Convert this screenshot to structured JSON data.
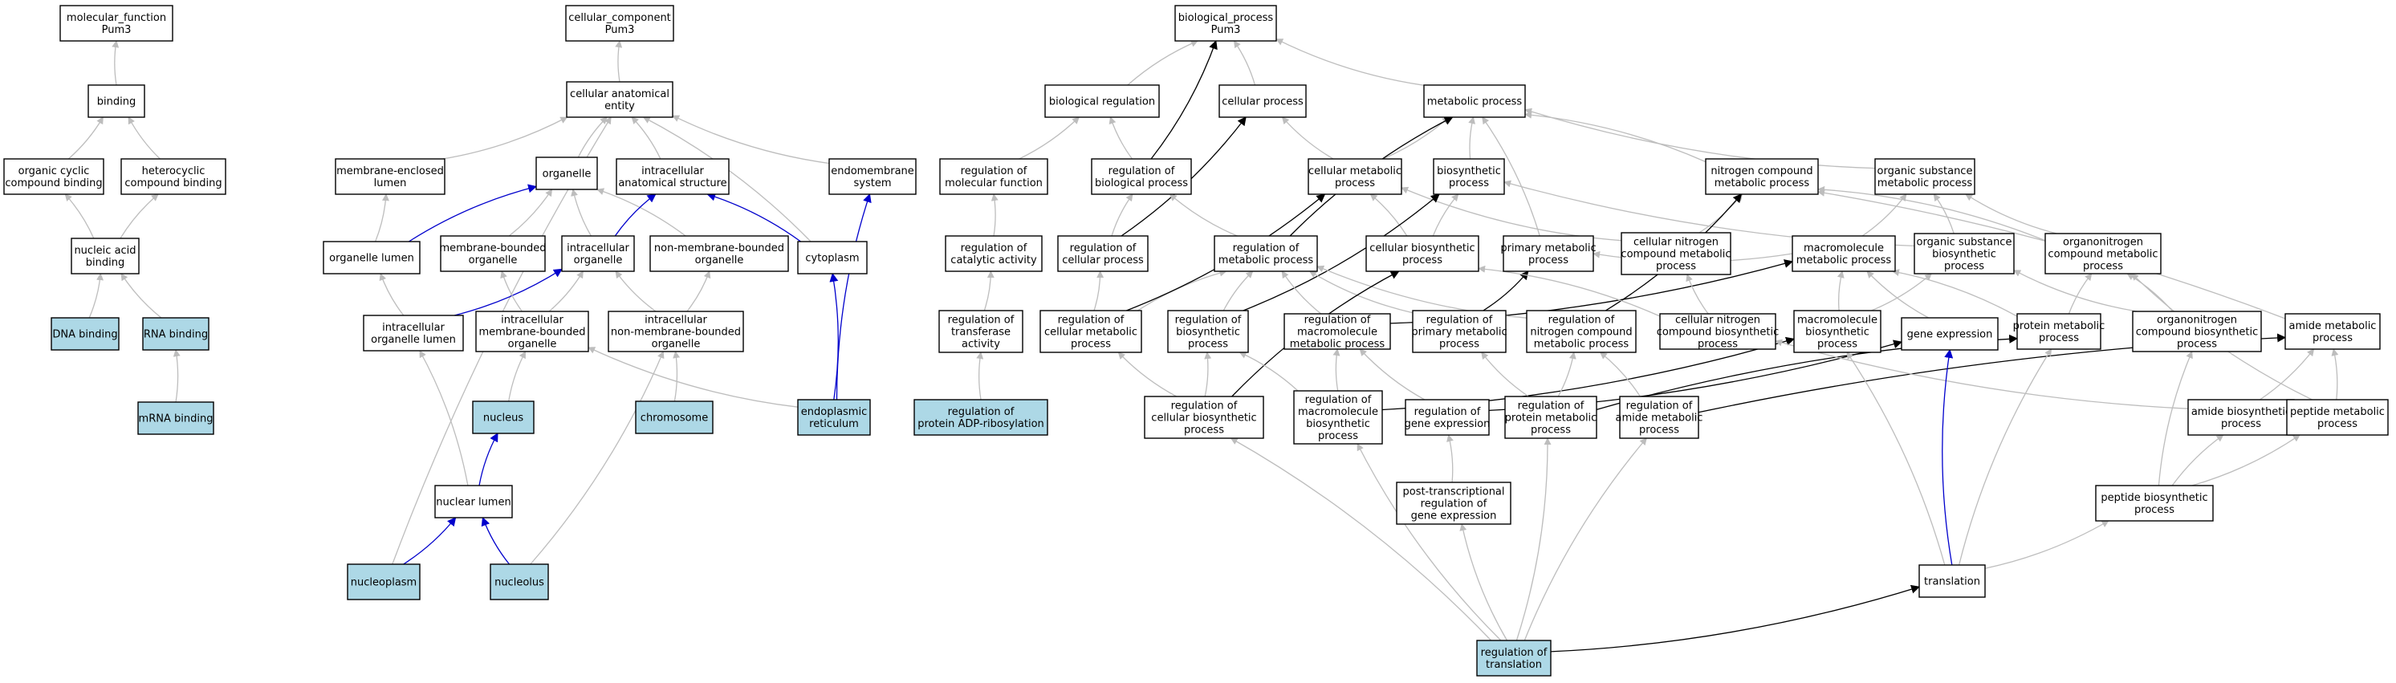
{
  "colors": {
    "node_fill": "#ffffff",
    "highlight_fill": "#add8e6",
    "edge_gray": "#bdbdbd",
    "edge_black": "#000000",
    "edge_blue": "#0000cc"
  },
  "nodes": [
    {
      "id": "mf",
      "lines": [
        "molecular_function",
        "Pum3"
      ],
      "hl": false
    },
    {
      "id": "binding",
      "lines": [
        "binding"
      ],
      "hl": false
    },
    {
      "id": "org_cyc",
      "lines": [
        "organic cyclic",
        "compound binding"
      ],
      "hl": false
    },
    {
      "id": "het_cyc",
      "lines": [
        "heterocyclic",
        "compound binding"
      ],
      "hl": false
    },
    {
      "id": "nuc_bind",
      "lines": [
        "nucleic acid",
        "binding"
      ],
      "hl": false
    },
    {
      "id": "dna",
      "lines": [
        "DNA binding"
      ],
      "hl": true
    },
    {
      "id": "rna",
      "lines": [
        "RNA binding"
      ],
      "hl": true
    },
    {
      "id": "mrna",
      "lines": [
        "mRNA binding"
      ],
      "hl": true
    },
    {
      "id": "cc",
      "lines": [
        "cellular_component",
        "Pum3"
      ],
      "hl": false
    },
    {
      "id": "cae",
      "lines": [
        "cellular anatomical",
        "entity"
      ],
      "hl": false
    },
    {
      "id": "mel",
      "lines": [
        "membrane-enclosed",
        "lumen"
      ],
      "hl": false
    },
    {
      "id": "organelle",
      "lines": [
        "organelle"
      ],
      "hl": false
    },
    {
      "id": "ias",
      "lines": [
        "intracellular",
        "anatomical structure"
      ],
      "hl": false
    },
    {
      "id": "endo",
      "lines": [
        "endomembrane",
        "system"
      ],
      "hl": false
    },
    {
      "id": "org_lumen",
      "lines": [
        "organelle lumen"
      ],
      "hl": false
    },
    {
      "id": "mbo",
      "lines": [
        "membrane-bounded",
        "organelle"
      ],
      "hl": false
    },
    {
      "id": "intra_org",
      "lines": [
        "intracellular",
        "organelle"
      ],
      "hl": false
    },
    {
      "id": "nmbo",
      "lines": [
        "non-membrane-bounded",
        "organelle"
      ],
      "hl": false
    },
    {
      "id": "cytoplasm",
      "lines": [
        "cytoplasm"
      ],
      "hl": false
    },
    {
      "id": "iol",
      "lines": [
        "intracellular",
        "organelle lumen"
      ],
      "hl": false
    },
    {
      "id": "imbo",
      "lines": [
        "intracellular",
        "membrane-bounded",
        "organelle"
      ],
      "hl": false
    },
    {
      "id": "inmbo",
      "lines": [
        "intracellular",
        "non-membrane-bounded",
        "organelle"
      ],
      "hl": false
    },
    {
      "id": "nucleus",
      "lines": [
        "nucleus"
      ],
      "hl": true
    },
    {
      "id": "chromosome",
      "lines": [
        "chromosome"
      ],
      "hl": true
    },
    {
      "id": "er",
      "lines": [
        "endoplasmic",
        "reticulum"
      ],
      "hl": true
    },
    {
      "id": "nuc_lumen",
      "lines": [
        "nuclear lumen"
      ],
      "hl": false
    },
    {
      "id": "nucleoplasm",
      "lines": [
        "nucleoplasm"
      ],
      "hl": true
    },
    {
      "id": "nucleolus",
      "lines": [
        "nucleolus"
      ],
      "hl": true
    },
    {
      "id": "bp",
      "lines": [
        "biological_process",
        "Pum3"
      ],
      "hl": false
    },
    {
      "id": "bio_reg",
      "lines": [
        "biological regulation"
      ],
      "hl": false
    },
    {
      "id": "cell_proc",
      "lines": [
        "cellular process"
      ],
      "hl": false
    },
    {
      "id": "met_proc",
      "lines": [
        "metabolic process"
      ],
      "hl": false
    },
    {
      "id": "reg_mf",
      "lines": [
        "regulation of",
        "molecular function"
      ],
      "hl": false
    },
    {
      "id": "reg_bp",
      "lines": [
        "regulation of",
        "biological process"
      ],
      "hl": false
    },
    {
      "id": "cmp",
      "lines": [
        "cellular metabolic",
        "process"
      ],
      "hl": false
    },
    {
      "id": "biosyn",
      "lines": [
        "biosynthetic",
        "process"
      ],
      "hl": false
    },
    {
      "id": "ncmp",
      "lines": [
        "nitrogen compound",
        "metabolic process"
      ],
      "hl": false
    },
    {
      "id": "osmp",
      "lines": [
        "organic substance",
        "metabolic process"
      ],
      "hl": false
    },
    {
      "id": "reg_cat",
      "lines": [
        "regulation of",
        "catalytic activity"
      ],
      "hl": false
    },
    {
      "id": "reg_cp",
      "lines": [
        "regulation of",
        "cellular process"
      ],
      "hl": false
    },
    {
      "id": "reg_mp",
      "lines": [
        "regulation of",
        "metabolic process"
      ],
      "hl": false
    },
    {
      "id": "cbp",
      "lines": [
        "cellular biosynthetic",
        "process"
      ],
      "hl": false
    },
    {
      "id": "pmp",
      "lines": [
        "primary metabolic",
        "process"
      ],
      "hl": false
    },
    {
      "id": "cncmp",
      "lines": [
        "cellular nitrogen",
        "compound metabolic",
        "process"
      ],
      "hl": false
    },
    {
      "id": "mmp",
      "lines": [
        "macromolecule",
        "metabolic process"
      ],
      "hl": false
    },
    {
      "id": "osbp",
      "lines": [
        "organic substance",
        "biosynthetic",
        "process"
      ],
      "hl": false
    },
    {
      "id": "oncmp",
      "lines": [
        "organonitrogen",
        "compound metabolic",
        "process"
      ],
      "hl": false
    },
    {
      "id": "reg_ta",
      "lines": [
        "regulation of",
        "transferase",
        "activity"
      ],
      "hl": false
    },
    {
      "id": "reg_cmp",
      "lines": [
        "regulation of",
        "cellular metabolic",
        "process"
      ],
      "hl": false
    },
    {
      "id": "reg_bsp",
      "lines": [
        "regulation of",
        "biosynthetic",
        "process"
      ],
      "hl": false
    },
    {
      "id": "reg_mmp",
      "lines": [
        "regulation of",
        "macromolecule",
        "metabolic process"
      ],
      "hl": false
    },
    {
      "id": "reg_pmp",
      "lines": [
        "regulation of",
        "primary metabolic",
        "process"
      ],
      "hl": false
    },
    {
      "id": "reg_ncmp",
      "lines": [
        "regulation of",
        "nitrogen compound",
        "metabolic process"
      ],
      "hl": false
    },
    {
      "id": "cncbp",
      "lines": [
        "cellular nitrogen",
        "compound biosynthetic",
        "process"
      ],
      "hl": false
    },
    {
      "id": "mbp",
      "lines": [
        "macromolecule",
        "biosynthetic",
        "process"
      ],
      "hl": false
    },
    {
      "id": "gene_exp",
      "lines": [
        "gene expression"
      ],
      "hl": false
    },
    {
      "id": "prot_mp",
      "lines": [
        "protein metabolic",
        "process"
      ],
      "hl": false
    },
    {
      "id": "oncbp",
      "lines": [
        "organonitrogen",
        "compound biosynthetic",
        "process"
      ],
      "hl": false
    },
    {
      "id": "amide_mp",
      "lines": [
        "amide metabolic",
        "process"
      ],
      "hl": false
    },
    {
      "id": "reg_pad",
      "lines": [
        "regulation of",
        "protein ADP-ribosylation"
      ],
      "hl": true
    },
    {
      "id": "reg_cbp",
      "lines": [
        "regulation of",
        "cellular biosynthetic",
        "process"
      ],
      "hl": false
    },
    {
      "id": "reg_mbp",
      "lines": [
        "regulation of",
        "macromolecule",
        "biosynthetic",
        "process"
      ],
      "hl": false
    },
    {
      "id": "reg_ge",
      "lines": [
        "regulation of",
        "gene expression"
      ],
      "hl": false
    },
    {
      "id": "reg_prot",
      "lines": [
        "regulation of",
        "protein metabolic",
        "process"
      ],
      "hl": false
    },
    {
      "id": "reg_amide",
      "lines": [
        "regulation of",
        "amide metabolic",
        "process"
      ],
      "hl": false
    },
    {
      "id": "amide_bp",
      "lines": [
        "amide biosynthetic",
        "process"
      ],
      "hl": false
    },
    {
      "id": "pep_mp",
      "lines": [
        "peptide metabolic",
        "process"
      ],
      "hl": false
    },
    {
      "id": "ptreg",
      "lines": [
        "post-transcriptional",
        "regulation of",
        "gene expression"
      ],
      "hl": false
    },
    {
      "id": "pep_bp",
      "lines": [
        "peptide biosynthetic",
        "process"
      ],
      "hl": false
    },
    {
      "id": "translation",
      "lines": [
        "translation"
      ],
      "hl": false
    },
    {
      "id": "reg_trans",
      "lines": [
        "regulation of",
        "translation"
      ],
      "hl": true
    }
  ],
  "edges": [
    {
      "from": "binding",
      "to": "mf",
      "style": "gray"
    },
    {
      "from": "org_cyc",
      "to": "binding",
      "style": "gray"
    },
    {
      "from": "het_cyc",
      "to": "binding",
      "style": "gray"
    },
    {
      "from": "nuc_bind",
      "to": "org_cyc",
      "style": "gray"
    },
    {
      "from": "nuc_bind",
      "to": "het_cyc",
      "style": "gray"
    },
    {
      "from": "dna",
      "to": "nuc_bind",
      "style": "gray"
    },
    {
      "from": "rna",
      "to": "nuc_bind",
      "style": "gray"
    },
    {
      "from": "mrna",
      "to": "rna",
      "style": "gray"
    },
    {
      "from": "cae",
      "to": "cc",
      "style": "gray"
    },
    {
      "from": "mel",
      "to": "cae",
      "style": "gray"
    },
    {
      "from": "organelle",
      "to": "cae",
      "style": "gray"
    },
    {
      "from": "ias",
      "to": "cae",
      "style": "gray"
    },
    {
      "from": "endo",
      "to": "cae",
      "style": "gray"
    },
    {
      "from": "cytoplasm",
      "to": "cae",
      "style": "gray"
    },
    {
      "from": "nucleoplasm",
      "to": "cae",
      "style": "gray"
    },
    {
      "from": "org_lumen",
      "to": "mel",
      "style": "gray"
    },
    {
      "from": "org_lumen",
      "to": "organelle",
      "style": "blue"
    },
    {
      "from": "mbo",
      "to": "organelle",
      "style": "gray"
    },
    {
      "from": "intra_org",
      "to": "organelle",
      "style": "gray"
    },
    {
      "from": "nmbo",
      "to": "organelle",
      "style": "gray"
    },
    {
      "from": "intra_org",
      "to": "ias",
      "style": "blue"
    },
    {
      "from": "cytoplasm",
      "to": "ias",
      "style": "blue"
    },
    {
      "from": "er",
      "to": "endo",
      "style": "blue"
    },
    {
      "from": "er",
      "to": "cytoplasm",
      "style": "blue"
    },
    {
      "from": "iol",
      "to": "org_lumen",
      "style": "gray"
    },
    {
      "from": "iol",
      "to": "intra_org",
      "style": "blue"
    },
    {
      "from": "imbo",
      "to": "mbo",
      "style": "gray"
    },
    {
      "from": "imbo",
      "to": "intra_org",
      "style": "gray"
    },
    {
      "from": "inmbo",
      "to": "intra_org",
      "style": "gray"
    },
    {
      "from": "inmbo",
      "to": "nmbo",
      "style": "gray"
    },
    {
      "from": "nucleus",
      "to": "imbo",
      "style": "gray"
    },
    {
      "from": "chromosome",
      "to": "inmbo",
      "style": "gray"
    },
    {
      "from": "er",
      "to": "imbo",
      "style": "gray"
    },
    {
      "from": "nuc_lumen",
      "to": "iol",
      "style": "gray"
    },
    {
      "from": "nuc_lumen",
      "to": "nucleus",
      "style": "blue"
    },
    {
      "from": "nucleoplasm",
      "to": "nuc_lumen",
      "style": "blue"
    },
    {
      "from": "nucleolus",
      "to": "nuc_lumen",
      "style": "blue"
    },
    {
      "from": "nucleolus",
      "to": "inmbo",
      "style": "gray"
    },
    {
      "from": "bio_reg",
      "to": "bp",
      "style": "gray"
    },
    {
      "from": "cell_proc",
      "to": "bp",
      "style": "gray"
    },
    {
      "from": "met_proc",
      "to": "bp",
      "style": "gray"
    },
    {
      "from": "reg_mf",
      "to": "bio_reg",
      "style": "gray"
    },
    {
      "from": "reg_bp",
      "to": "bio_reg",
      "style": "gray"
    },
    {
      "from": "reg_bp",
      "to": "bp",
      "style": "black"
    },
    {
      "from": "cmp",
      "to": "cell_proc",
      "style": "gray"
    },
    {
      "from": "cmp",
      "to": "met_proc",
      "style": "gray"
    },
    {
      "from": "biosyn",
      "to": "met_proc",
      "style": "gray"
    },
    {
      "from": "ncmp",
      "to": "met_proc",
      "style": "gray"
    },
    {
      "from": "osmp",
      "to": "met_proc",
      "style": "gray"
    },
    {
      "from": "pmp",
      "to": "met_proc",
      "style": "gray"
    },
    {
      "from": "reg_mp",
      "to": "met_proc",
      "style": "black"
    },
    {
      "from": "reg_cat",
      "to": "reg_mf",
      "style": "gray"
    },
    {
      "from": "reg_cp",
      "to": "reg_bp",
      "style": "gray"
    },
    {
      "from": "reg_cp",
      "to": "cell_proc",
      "style": "black"
    },
    {
      "from": "reg_mp",
      "to": "reg_bp",
      "style": "gray"
    },
    {
      "from": "cbp",
      "to": "cmp",
      "style": "gray"
    },
    {
      "from": "cbp",
      "to": "biosyn",
      "style": "gray"
    },
    {
      "from": "cncmp",
      "to": "ncmp",
      "style": "gray"
    },
    {
      "from": "cncmp",
      "to": "cmp",
      "style": "gray"
    },
    {
      "from": "mmp",
      "to": "osmp",
      "style": "gray"
    },
    {
      "from": "mmp",
      "to": "pmp",
      "style": "gray"
    },
    {
      "from": "osbp",
      "to": "osmp",
      "style": "gray"
    },
    {
      "from": "osbp",
      "to": "biosyn",
      "style": "gray"
    },
    {
      "from": "oncmp",
      "to": "ncmp",
      "style": "gray"
    },
    {
      "from": "oncmp",
      "to": "osmp",
      "style": "gray"
    },
    {
      "from": "reg_ta",
      "to": "reg_cat",
      "style": "gray"
    },
    {
      "from": "reg_pad",
      "to": "reg_ta",
      "style": "gray"
    },
    {
      "from": "reg_cmp",
      "to": "reg_cp",
      "style": "gray"
    },
    {
      "from": "reg_cmp",
      "to": "reg_mp",
      "style": "gray"
    },
    {
      "from": "reg_cmp",
      "to": "cmp",
      "style": "black"
    },
    {
      "from": "reg_bsp",
      "to": "reg_mp",
      "style": "gray"
    },
    {
      "from": "reg_bsp",
      "to": "biosyn",
      "style": "black"
    },
    {
      "from": "reg_mmp",
      "to": "reg_mp",
      "style": "gray"
    },
    {
      "from": "reg_mmp",
      "to": "mmp",
      "style": "black"
    },
    {
      "from": "reg_pmp",
      "to": "reg_mp",
      "style": "gray"
    },
    {
      "from": "reg_pmp",
      "to": "pmp",
      "style": "black"
    },
    {
      "from": "reg_ncmp",
      "to": "reg_mp",
      "style": "gray"
    },
    {
      "from": "reg_ncmp",
      "to": "ncmp",
      "style": "black"
    },
    {
      "from": "cncbp",
      "to": "cncmp",
      "style": "gray"
    },
    {
      "from": "cncbp",
      "to": "cbp",
      "style": "gray"
    },
    {
      "from": "mbp",
      "to": "mmp",
      "style": "gray"
    },
    {
      "from": "mbp",
      "to": "osbp",
      "style": "gray"
    },
    {
      "from": "gene_exp",
      "to": "mmp",
      "style": "gray"
    },
    {
      "from": "prot_mp",
      "to": "mmp",
      "style": "gray"
    },
    {
      "from": "prot_mp",
      "to": "oncmp",
      "style": "gray"
    },
    {
      "from": "oncbp",
      "to": "oncmp",
      "style": "gray"
    },
    {
      "from": "oncbp",
      "to": "osbp",
      "style": "gray"
    },
    {
      "from": "amide_mp",
      "to": "ncmp",
      "style": "gray"
    },
    {
      "from": "reg_cbp",
      "to": "reg_cmp",
      "style": "gray"
    },
    {
      "from": "reg_cbp",
      "to": "reg_bsp",
      "style": "gray"
    },
    {
      "from": "reg_cbp",
      "to": "cbp",
      "style": "black"
    },
    {
      "from": "reg_mbp",
      "to": "reg_bsp",
      "style": "gray"
    },
    {
      "from": "reg_mbp",
      "to": "reg_mmp",
      "style": "gray"
    },
    {
      "from": "reg_mbp",
      "to": "mbp",
      "style": "black"
    },
    {
      "from": "reg_ge",
      "to": "reg_mmp",
      "style": "gray"
    },
    {
      "from": "reg_ge",
      "to": "gene_exp",
      "style": "black"
    },
    {
      "from": "reg_prot",
      "to": "reg_pmp",
      "style": "gray"
    },
    {
      "from": "reg_prot",
      "to": "reg_ncmp",
      "style": "gray"
    },
    {
      "from": "reg_prot",
      "to": "prot_mp",
      "style": "black"
    },
    {
      "from": "reg_amide",
      "to": "reg_ncmp",
      "style": "gray"
    },
    {
      "from": "reg_amide",
      "to": "amide_mp",
      "style": "black"
    },
    {
      "from": "amide_bp",
      "to": "amide_mp",
      "style": "gray"
    },
    {
      "from": "amide_bp",
      "to": "cncbp",
      "style": "gray"
    },
    {
      "from": "pep_mp",
      "to": "amide_mp",
      "style": "gray"
    },
    {
      "from": "pep_mp",
      "to": "oncmp",
      "style": "gray"
    },
    {
      "from": "ptreg",
      "to": "reg_ge",
      "style": "gray"
    },
    {
      "from": "pep_bp",
      "to": "amide_bp",
      "style": "gray"
    },
    {
      "from": "pep_bp",
      "to": "pep_mp",
      "style": "gray"
    },
    {
      "from": "pep_bp",
      "to": "oncbp",
      "style": "gray"
    },
    {
      "from": "translation",
      "to": "pep_bp",
      "style": "gray"
    },
    {
      "from": "translation",
      "to": "gene_exp",
      "style": "blue"
    },
    {
      "from": "translation",
      "to": "mbp",
      "style": "gray"
    },
    {
      "from": "translation",
      "to": "prot_mp",
      "style": "gray"
    },
    {
      "from": "reg_trans",
      "to": "translation",
      "style": "black"
    },
    {
      "from": "reg_trans",
      "to": "ptreg",
      "style": "gray"
    },
    {
      "from": "reg_trans",
      "to": "reg_cbp",
      "style": "gray"
    },
    {
      "from": "reg_trans",
      "to": "reg_mbp",
      "style": "gray"
    },
    {
      "from": "reg_trans",
      "to": "reg_prot",
      "style": "gray"
    },
    {
      "from": "reg_trans",
      "to": "reg_amide",
      "style": "gray"
    }
  ]
}
